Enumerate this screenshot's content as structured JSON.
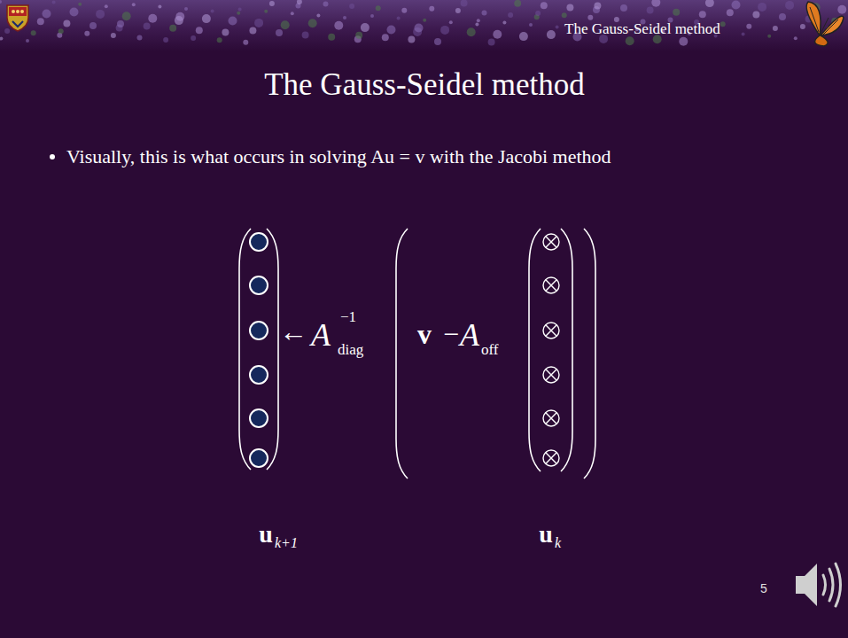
{
  "diagram": {
    "title": "The Gauss-Seidel method",
    "labels": [
      "The Gauss-Seidel method",
      "Visually, this is what occurs in solving Au = v with the Jacobi method",
      "←",
      "A",
      "−1",
      "diag",
      "v",
      "−",
      "A",
      "off",
      "u",
      "k+1",
      "u",
      "k",
      "5"
    ]
  }
}
